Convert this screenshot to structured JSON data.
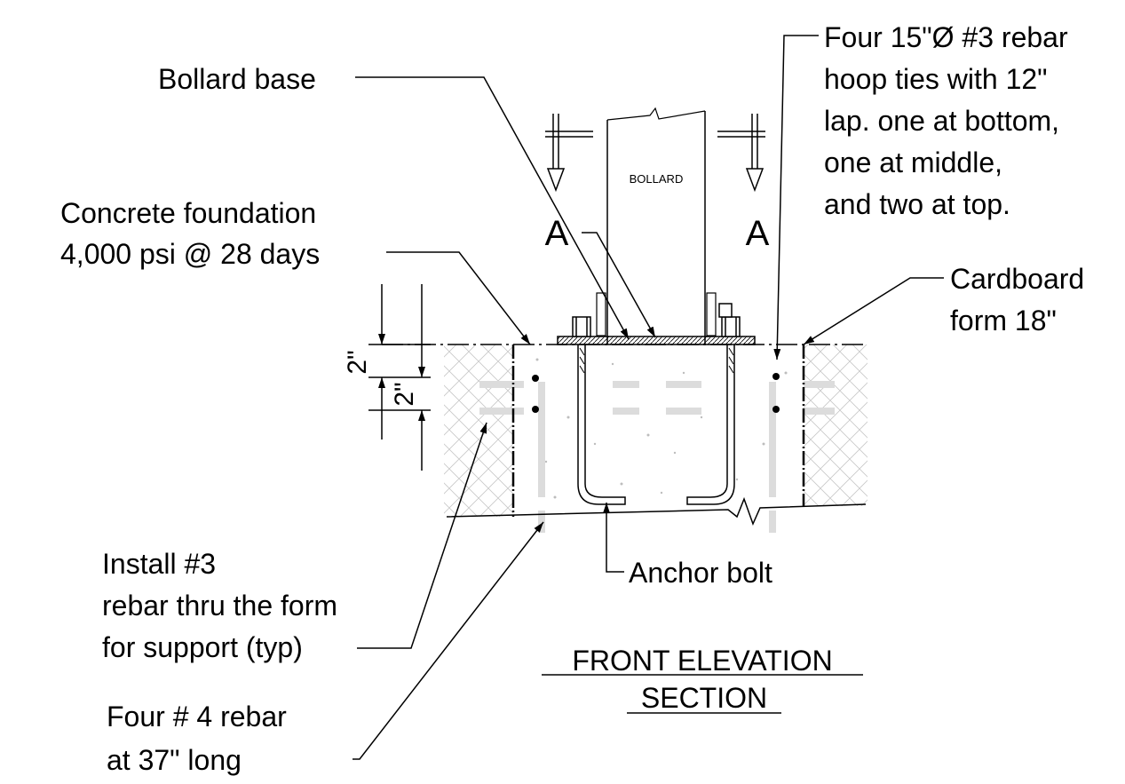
{
  "labels": {
    "bollard_base": "Bollard base",
    "bollard": "BOLLARD",
    "section_mark_left": "A",
    "section_mark_right": "A",
    "hoop_ties": [
      "Four 15\"Ø #3 rebar",
      "hoop ties with 12\"",
      "lap. one at bottom,",
      "one at middle,",
      "and two at top."
    ],
    "concrete": [
      "Concrete foundation",
      "4,000 psi @ 28 days"
    ],
    "cardboard": [
      "Cardboard",
      "form 18\""
    ],
    "dim_top": "2\"",
    "dim_second": "2\"",
    "install_rebar": [
      "Install #3",
      "rebar thru the form",
      "for support (typ)"
    ],
    "anchor_bolt": "Anchor bolt",
    "title": [
      "FRONT ELEVATION",
      "SECTION"
    ],
    "four_rebar": [
      "Four # 4 rebar",
      "at 37\" long"
    ]
  }
}
